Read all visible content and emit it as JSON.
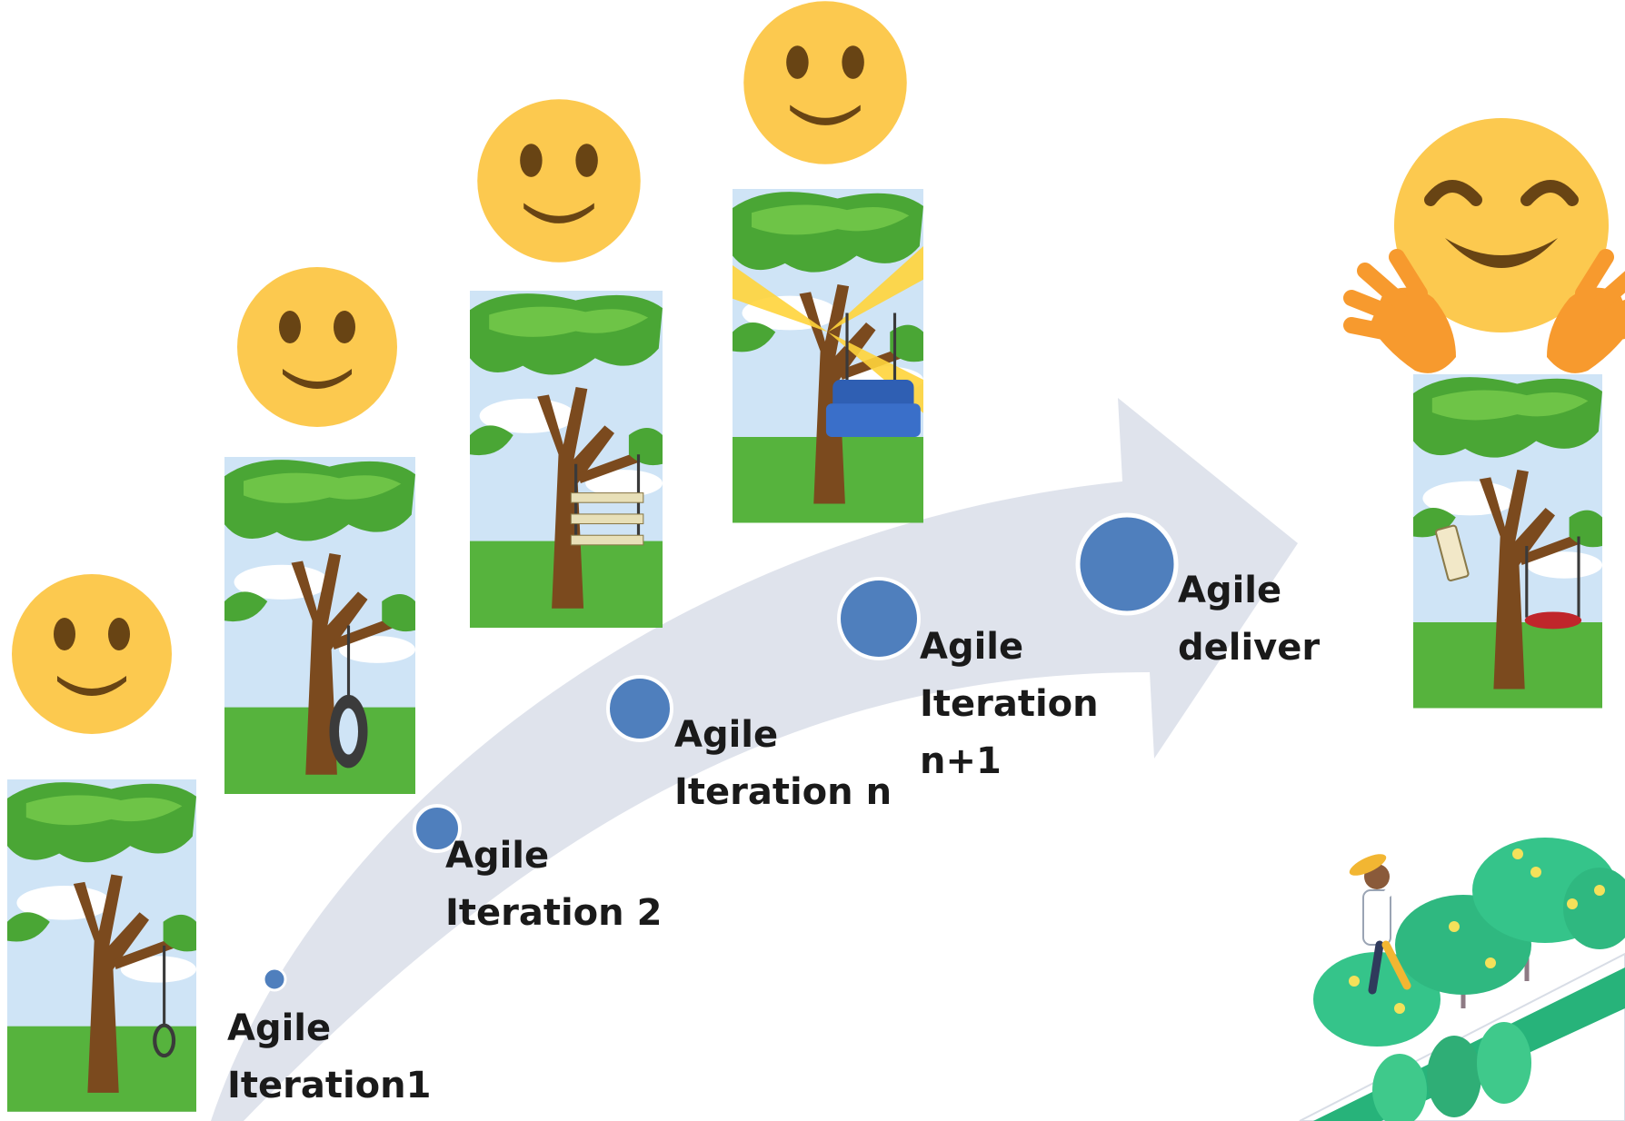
{
  "stages": [
    {
      "label_line1": "Agile",
      "label_line2": "Iteration1",
      "image": "tree-with-noose",
      "emoji": "slightly-smiling-face"
    },
    {
      "label_line1": "Agile",
      "label_line2": "Iteration 2",
      "image": "tree-with-tire-swing",
      "emoji": "slightly-smiling-face"
    },
    {
      "label_line1": "Agile",
      "label_line2": "Iteration n",
      "image": "tree-with-plank-swing",
      "emoji": "slightly-smiling-face"
    },
    {
      "label_line1": "Agile",
      "label_line2": "Iteration",
      "label_line3": "n+1",
      "image": "tree-with-armchair-swing",
      "emoji": "slightly-smiling-face"
    },
    {
      "label_line1": "Agile",
      "label_line2": "deliver",
      "image": "tree-with-tire-swing-and-sign",
      "emoji": "hugging-face"
    }
  ],
  "colors": {
    "arrow": "#dfe3ec",
    "milestone_dot": "#4f7fbd",
    "emoji_face": "#fcc94f",
    "emoji_features": "#684414",
    "hands": "#f79a2e",
    "foliage": "#4aa635",
    "sky": "#cfe4f6",
    "trunk": "#7b4a1e"
  },
  "decor": {
    "corner_illustration": "people-planting-trees-isometric"
  }
}
